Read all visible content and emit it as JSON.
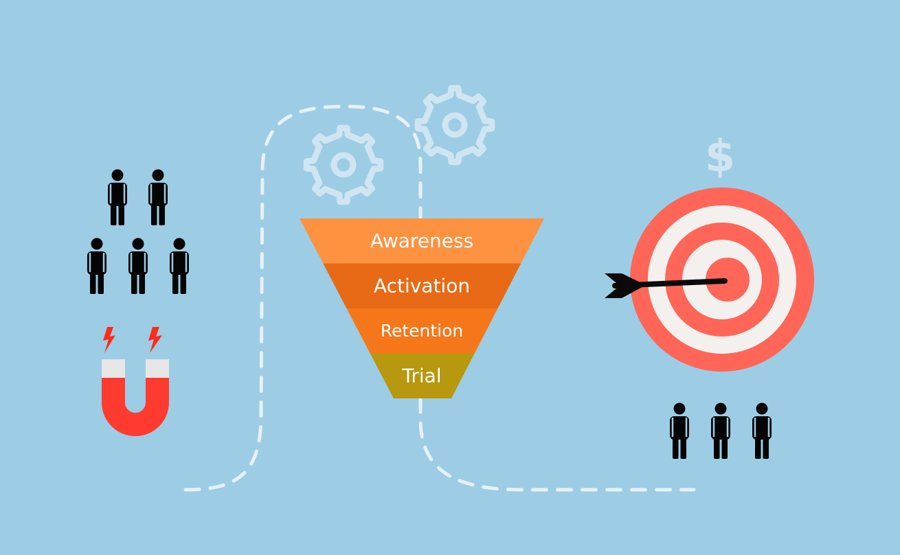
{
  "colors": {
    "background": "#9ccde4",
    "dashed_path": "#e6f1f7",
    "gear": "#cfe5f1",
    "person": "#050505",
    "magnet_red": "#ff3b30",
    "magnet_tip": "#e6e6e6",
    "spark": "#ff2a1a",
    "target_red": "#ff6658",
    "target_white": "#f4f0ee",
    "arrow": "#0a0a0a"
  },
  "icons": {
    "left_people": "person-icon",
    "right_people": "person-icon",
    "magnet": "magnet-icon",
    "gears": "gear-icon",
    "dollar": "dollar-icon",
    "target": "target-icon",
    "dart": "arrow-icon"
  },
  "dollar_symbol": "$",
  "funnel": {
    "stages": [
      {
        "label": "Awareness",
        "color": "#fd9240"
      },
      {
        "label": "Activation",
        "color": "#e86a16"
      },
      {
        "label": "Retention",
        "color": "#f57719"
      },
      {
        "label": "Trial",
        "color": "#b7980e"
      }
    ]
  }
}
